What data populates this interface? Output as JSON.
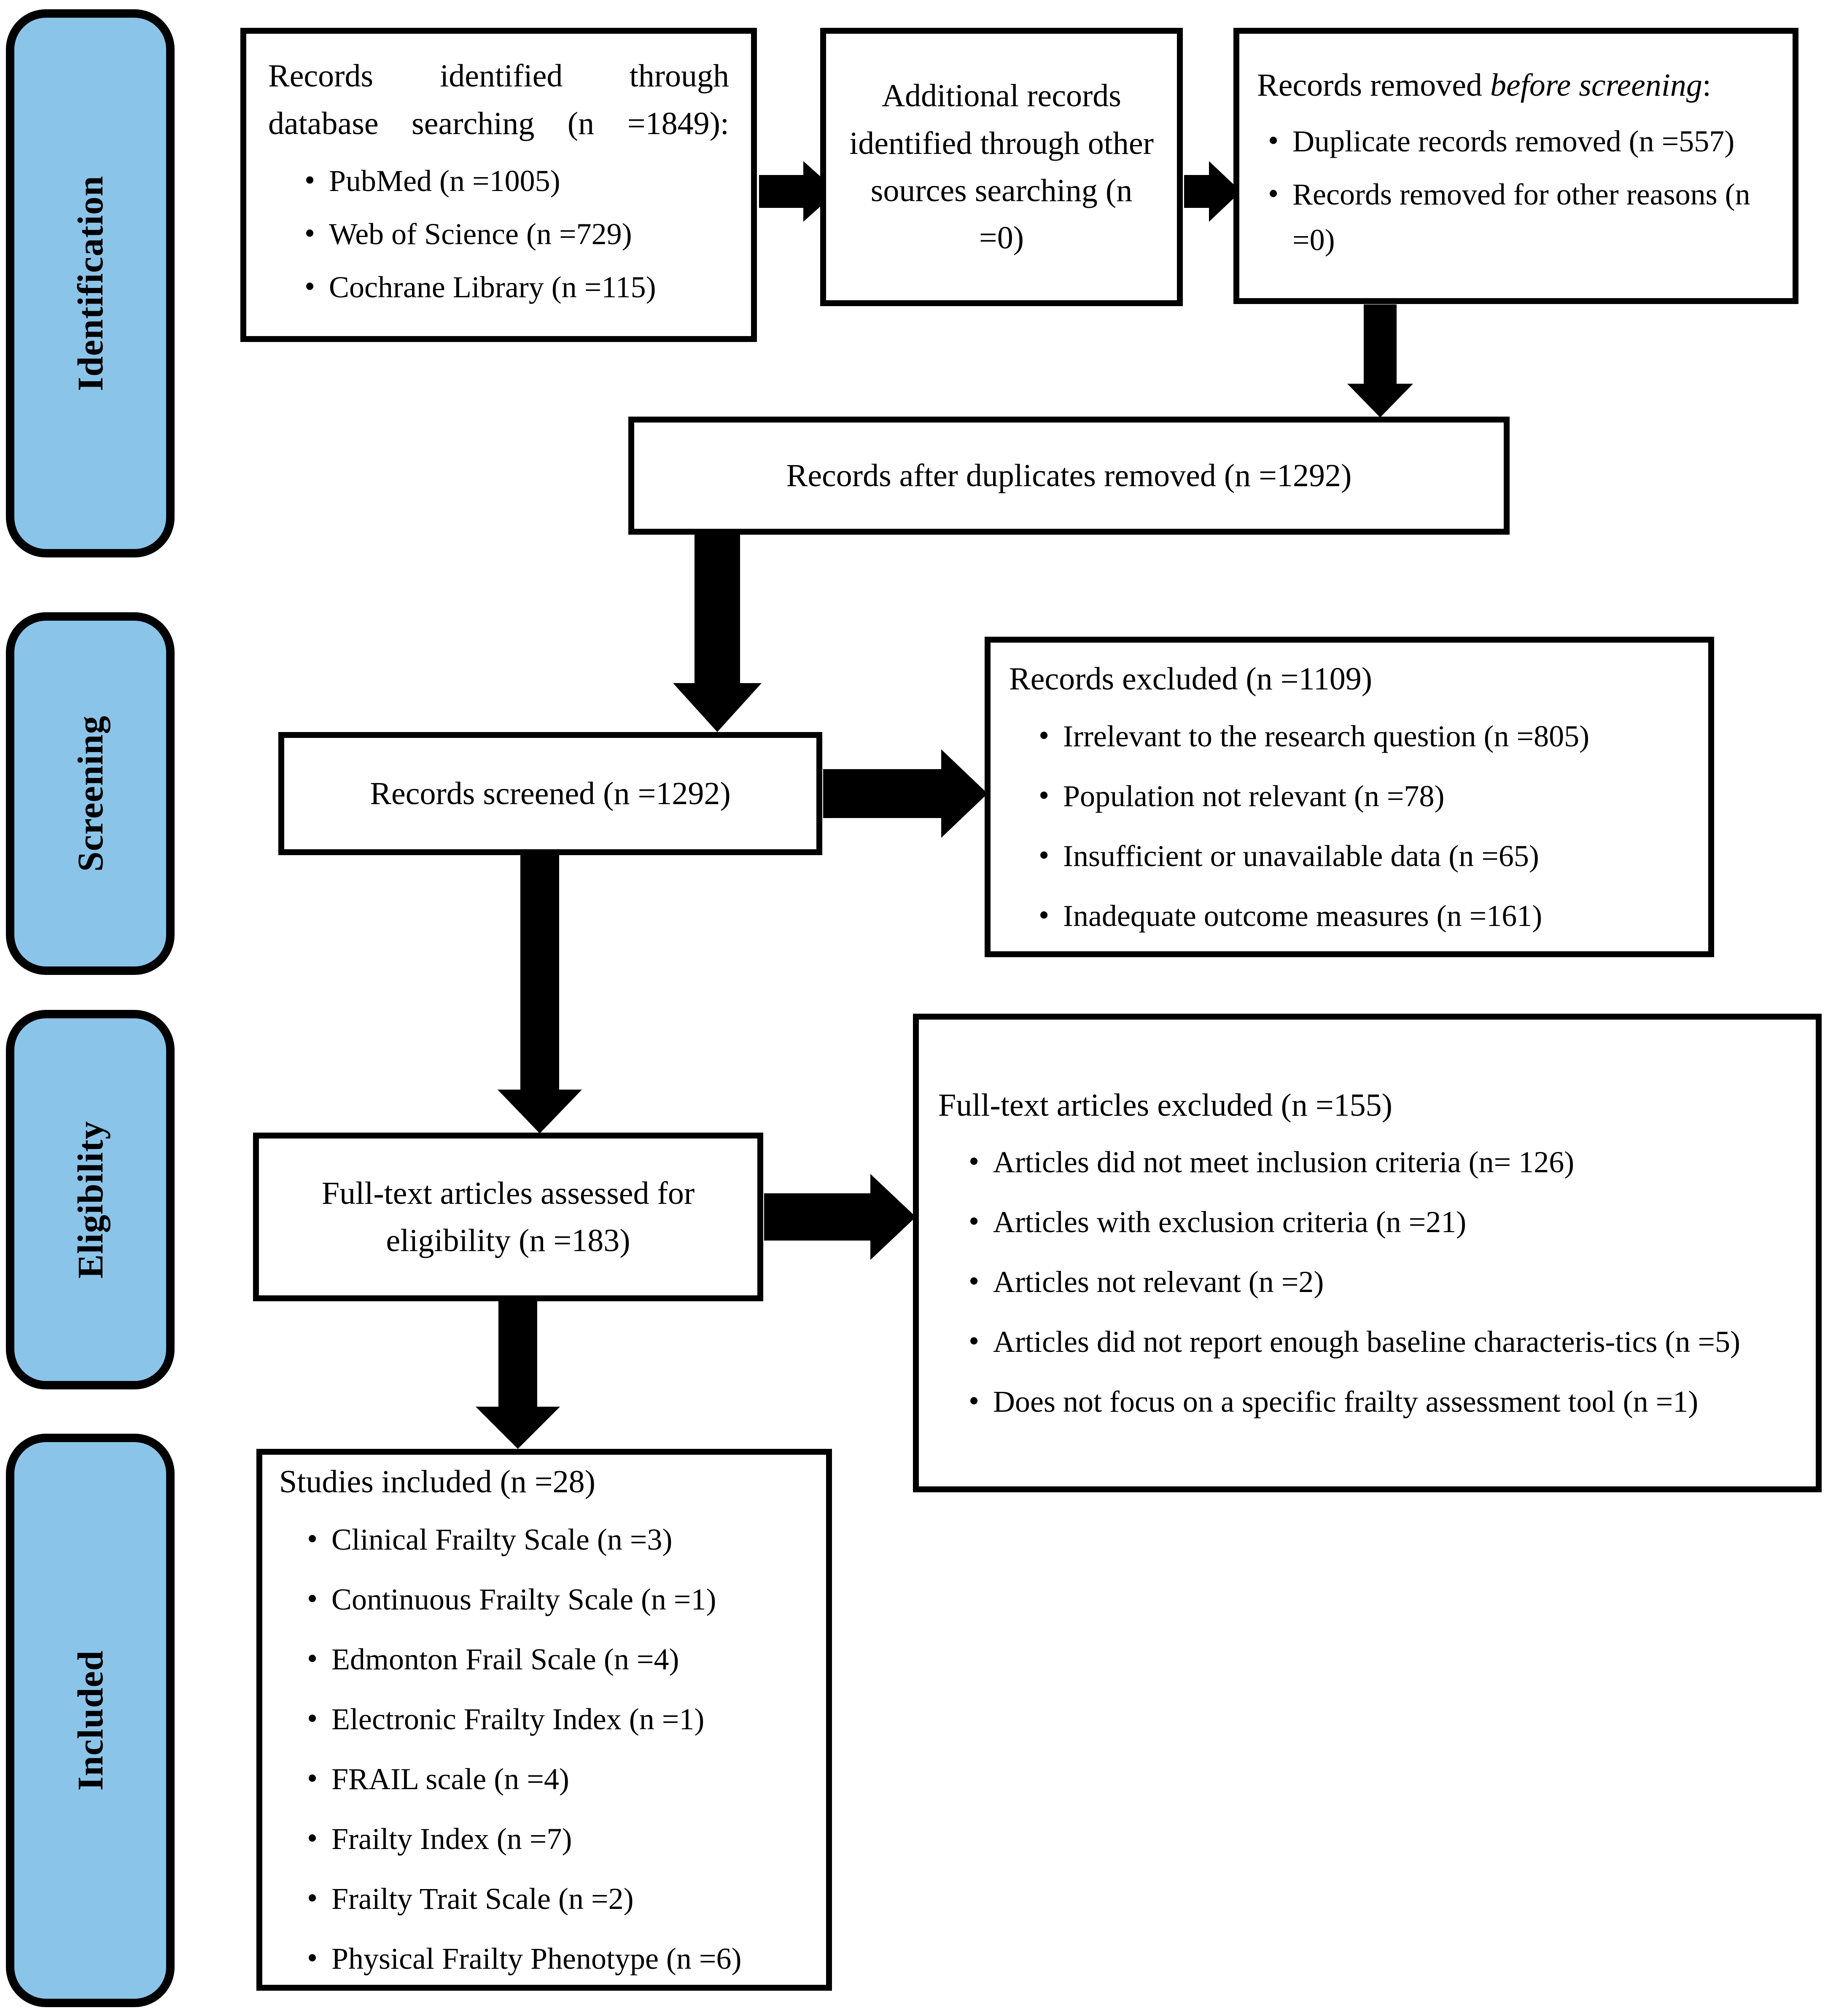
{
  "stages": [
    {
      "label": "Identification"
    },
    {
      "label": "Screening"
    },
    {
      "label": "Eligibility"
    },
    {
      "label": "Included"
    }
  ],
  "boxes": {
    "identified_db": {
      "title": "Records identified through database searching (n =1849):",
      "items": [
        "PubMed (n =1005)",
        "Web of Science (n =729)",
        "Cochrane Library (n =115)"
      ]
    },
    "identified_other": {
      "title": "Additional records identified through other sources searching (n =0)"
    },
    "removed_before_screening": {
      "title_lead": "Records removed ",
      "title_italic": "before screening",
      "title_tail": ":",
      "items": [
        "Duplicate records removed (n =557)",
        "Records removed for other reasons (n =0)"
      ]
    },
    "after_duplicates": {
      "title": "Records after duplicates removed (n =1292)"
    },
    "records_screened": {
      "title": "Records screened (n =1292)"
    },
    "records_excluded": {
      "title": "Records excluded (n =1109)",
      "items": [
        "Irrelevant to the research question (n =805)",
        "Population not relevant (n =78)",
        "Insufficient or unavailable data (n =65)",
        "Inadequate outcome measures (n =161)"
      ]
    },
    "fulltext_assessed": {
      "title": "Full-text articles assessed for eligibility (n =183)"
    },
    "fulltext_excluded": {
      "title": "Full-text articles excluded (n =155)",
      "items": [
        "Articles did not meet inclusion criteria (n= 126)",
        "Articles with exclusion criteria (n =21)",
        "Articles not relevant (n =2)",
        "Articles did not report enough baseline characteris-tics (n =5)",
        "Does not focus on a specific frailty assessment tool (n =1)"
      ]
    },
    "studies_included": {
      "title": "Studies included (n =28)",
      "items": [
        "Clinical Frailty Scale (n =3)",
        "Continuous Frailty Scale (n =1)",
        "Edmonton Frail Scale (n =4)",
        "Electronic Frailty Index (n =1)",
        "FRAIL scale (n =4)",
        "Frailty Index (n =7)",
        "Frailty Trait Scale (n =2)",
        "Physical Frailty Phenotype (n =6)"
      ]
    }
  },
  "colors": {
    "stage_fill": "#8BC4E9",
    "stroke": "#000000",
    "box_fill": "#FFFFFF"
  }
}
